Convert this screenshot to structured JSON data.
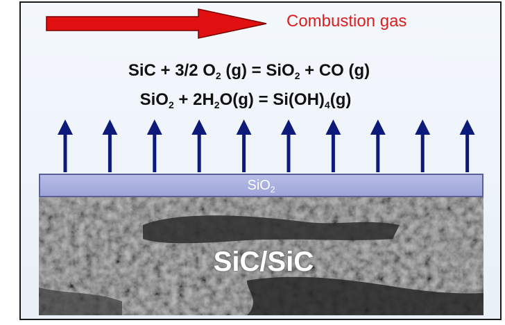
{
  "flow_label": "Combustion gas",
  "equation_1": {
    "part_a": "SiC + 3/2 O",
    "sub_a": "2",
    "part_b": " (g) = SiO",
    "sub_b": "2",
    "part_c": " + CO (g)"
  },
  "equation_2": {
    "part_a": "SiO",
    "sub_a": "2",
    "part_b": " + 2H",
    "sub_b": "2",
    "part_c": "O(g) = Si(OH)",
    "sub_c": "4",
    "part_d": "(g)"
  },
  "oxide_layer": {
    "label": "SiO",
    "sub": "2"
  },
  "substrate_label": "SiC/SiC",
  "colors": {
    "flow_arrow": "#e01010",
    "flow_label": "#d81e1e",
    "up_arrows": "#0d1a7a",
    "oxide_layer": "#aab0e0",
    "substrate": "#6e6e6e"
  },
  "up_arrow_count": 10
}
